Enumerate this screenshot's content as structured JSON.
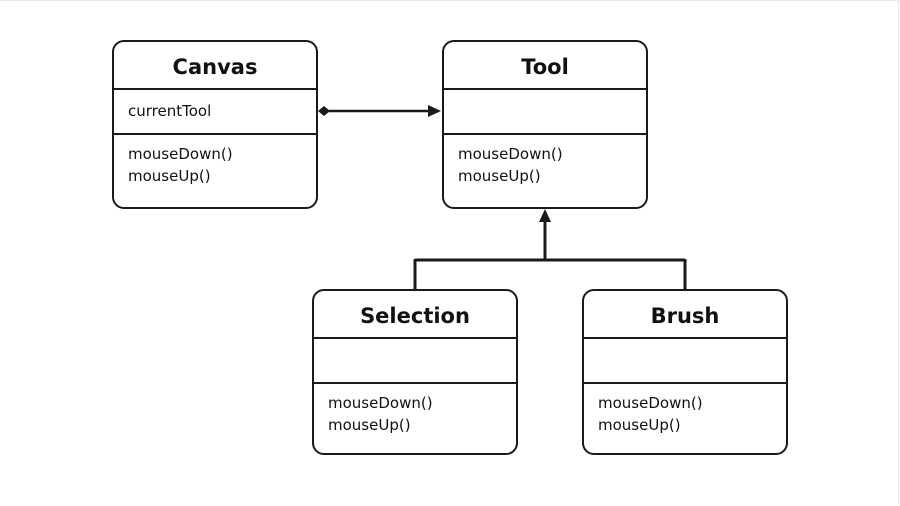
{
  "classes": {
    "canvas": {
      "name": "Canvas",
      "attributes": [
        "currentTool"
      ],
      "operations": [
        "mouseDown()",
        "mouseUp()"
      ]
    },
    "tool": {
      "name": "Tool",
      "attributes": [],
      "operations": [
        "mouseDown()",
        "mouseUp()"
      ]
    },
    "selection": {
      "name": "Selection",
      "attributes": [],
      "operations": [
        "mouseDown()",
        "mouseUp()"
      ]
    },
    "brush": {
      "name": "Brush",
      "attributes": [],
      "operations": [
        "mouseDown()",
        "mouseUp()"
      ]
    }
  },
  "relations": [
    {
      "type": "composition",
      "from": "Canvas",
      "to": "Tool"
    },
    {
      "type": "inheritance",
      "from": "Selection",
      "to": "Tool"
    },
    {
      "type": "inheritance",
      "from": "Brush",
      "to": "Tool"
    }
  ],
  "colors": {
    "stroke": "#1a1a1a",
    "background": "#ffffff"
  }
}
